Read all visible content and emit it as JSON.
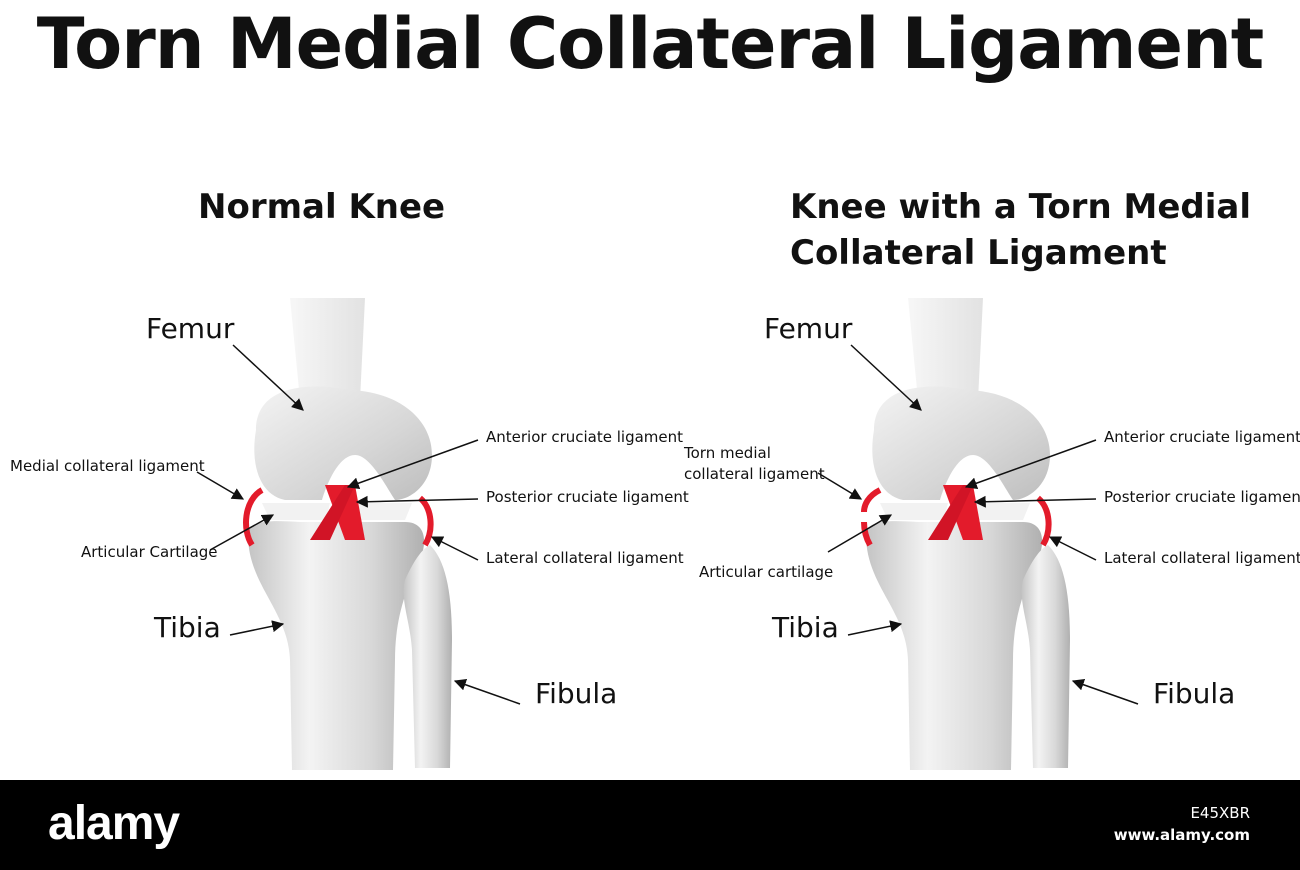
{
  "title": "Torn Medial Collateral Ligament",
  "left_panel": {
    "heading": "Normal Knee",
    "labels": {
      "femur": "Femur",
      "tibia": "Tibia",
      "fibula": "Fibula",
      "medial": "Medial collateral ligament",
      "cartilage": "Articular Cartilage",
      "acl": "Anterior cruciate ligament",
      "pcl": "Posterior cruciate ligament",
      "lcl": "Lateral collateral ligament"
    }
  },
  "right_panel": {
    "heading_line1": "Knee with a Torn Medial",
    "heading_line2": "Collateral Ligament",
    "labels": {
      "femur": "Femur",
      "tibia": "Tibia",
      "fibula": "Fibula",
      "medial_line1": "Torn medial",
      "medial_line2": "collateral ligament",
      "cartilage": "Articular cartilage",
      "acl": "Anterior cruciate ligament",
      "pcl": "Posterior cruciate ligament",
      "lcl": "Lateral collateral ligament"
    }
  },
  "footer": {
    "brand": "alamy",
    "stock_id": "E45XBR",
    "url": "www.alamy.com"
  },
  "colors": {
    "ligament": "#e31b2b",
    "bone_light": "#eeeeee",
    "bone_dark": "#b8b8b8"
  }
}
